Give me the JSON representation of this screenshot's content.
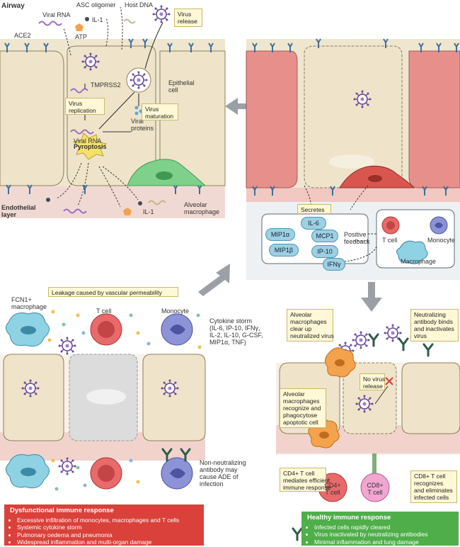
{
  "labels": {
    "airway": "Airway",
    "endothelial": "Endothelial\nlayer",
    "ace2": "ACE2",
    "viral_rna_top": "Viral RNA",
    "asc": "ASC oligomer",
    "host_dna": "Host DNA",
    "il1_top": "IL-1",
    "atp": "ATP",
    "tmprss2": "TMPRSS2",
    "epithelial": "Epithelial\ncell",
    "viral_rna_mid": "Viral RNA",
    "viral_proteins": "Viral\nproteins",
    "pyroptosis": "Pyroptosis",
    "alveolar_mac": "Alveolar\nmacrophage",
    "il1_bottom": "IL-1",
    "secretes": "Secretes",
    "positive_feedback": "Positive\nfeedback",
    "t_cell_r": "T cell",
    "monocyte_r": "Monocyte",
    "macrophage_r": "Macrophage",
    "fcn1": "FCN1+\nmacrophage",
    "t_cell_l": "T cell",
    "monocyte_l": "Monocyte",
    "cytokine_storm": "Cytokine storm\n(IL-6, IP-10, IFNγ,\nIL-2, IL-10, G-CSF,\nMIP1α, TNF)",
    "non_neutralizing": "Non-neutralizing\nantibody may\ncause ADE of\ninfection",
    "cd4": "CD4+\nT cell",
    "cd8": "CD8+\nT cell"
  },
  "boxes": {
    "virus_release": "Virus\nrelease",
    "virus_replication": "Virus\nreplication",
    "virus_maturation": "Virus\nmaturation",
    "leakage": "Leakage caused by vascular permeability",
    "alv_clear": "Alveolar\nmacrophages\nclear up\nneutralized virus",
    "neutralizing": "Neutralizing\nantibody binds\nand inactivates\nvirus",
    "no_virus_release": "No virus\nrelease",
    "alv_recognize": "Alveolar\nmacrophages\nrecognize and\nphagocytose\napoptotic cell",
    "cd4_mediates": "CD4+ T cell\nmediates efficient\nimmune response",
    "cd8_recognizes": "CD8+ T cell\nrecognizes\nand eliminates\ninfected cells"
  },
  "cytokines": [
    "IL-6",
    "MIP1α",
    "MCP1",
    "MIP1β",
    "IP-10"
  ],
  "ifng": "IFNγ",
  "dysfunctional": {
    "title": "Dysfunctional immune response",
    "items": [
      "Excessive infiltration of monocytes, macrophages and T cells",
      "Systemic cytokine storm",
      "Pulmonary oedema and pneumonia",
      "Widespread inflammation and multi-organ damage"
    ]
  },
  "healthy": {
    "title": "Healthy immune response",
    "items": [
      "Infected cells rapidly cleared",
      "Virus inactivated by neutralizing antibodies",
      "Minimal inflammation and lung damage"
    ]
  },
  "colors": {
    "cell": "#efe6cf",
    "cell_border": "#8c7d5c",
    "inflamed": "#e78f8a",
    "virus": "#7a5aa8",
    "receptor": "#3f6f9c",
    "red_panel": "#d9413a",
    "green_panel": "#4fae4a",
    "macrophage_green": "#7fd08a",
    "tcell": "#e86a6a",
    "monocyte": "#8c93d6",
    "fcn1": "#8ed2e4",
    "alv_orange": "#f4a24c"
  }
}
